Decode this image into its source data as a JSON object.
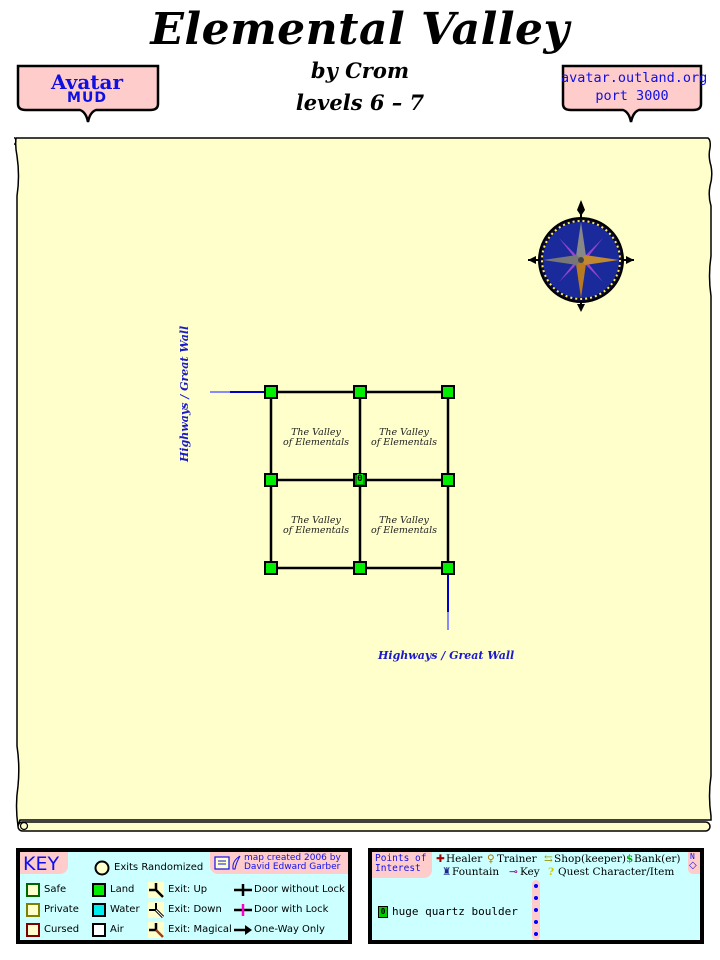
{
  "header": {
    "title": "Elemental Valley",
    "byline": "by Crom",
    "levels": "levels 6 – 7"
  },
  "banners": {
    "left": {
      "line1": "Avatar",
      "line2": "MUD"
    },
    "right": {
      "line1": "avatar.outland.org",
      "line2": "port 3000"
    }
  },
  "map": {
    "background_color": "#ffffcc",
    "compass": "compass-rose",
    "areas": [
      {
        "label1": "The Valley",
        "label2": "of Elementals"
      },
      {
        "label1": "The Valley",
        "label2": "of Elementals"
      },
      {
        "label1": "The Valley",
        "label2": "of Elementals"
      },
      {
        "label1": "The Valley",
        "label2": "of Elementals"
      }
    ],
    "exits": [
      {
        "label": "Highways / Great Wall",
        "direction": "west"
      },
      {
        "label": "Highways / Great Wall",
        "direction": "south"
      }
    ],
    "rooms": [
      {
        "row": 0,
        "col": 0,
        "type": "land"
      },
      {
        "row": 0,
        "col": 1,
        "type": "land"
      },
      {
        "row": 0,
        "col": 2,
        "type": "land"
      },
      {
        "row": 1,
        "col": 0,
        "type": "land"
      },
      {
        "row": 1,
        "col": 1,
        "type": "land",
        "poi": "0"
      },
      {
        "row": 1,
        "col": 2,
        "type": "land"
      },
      {
        "row": 2,
        "col": 0,
        "type": "land"
      },
      {
        "row": 2,
        "col": 1,
        "type": "land"
      },
      {
        "row": 2,
        "col": 2,
        "type": "land"
      }
    ]
  },
  "key": {
    "title": "KEY",
    "exits_randomized": "Exits Randomized",
    "credit_line1": "map created 2006 by",
    "credit_line2": "David Edward Garber",
    "zones": [
      {
        "label": "Safe",
        "color": "#006600"
      },
      {
        "label": "Private",
        "color": "#808000"
      },
      {
        "label": "Cursed",
        "color": "#800000"
      }
    ],
    "terrain": [
      {
        "label": "Land",
        "color": "#00ee00"
      },
      {
        "label": "Water",
        "color": "#00eeee"
      },
      {
        "label": "Air",
        "color": "#ffffff"
      }
    ],
    "exits": [
      {
        "label": "Exit: Up"
      },
      {
        "label": "Exit: Down"
      },
      {
        "label": "Exit: Magical"
      }
    ],
    "doors": [
      {
        "label": "Door without Lock"
      },
      {
        "label": "Door with Lock"
      },
      {
        "label": "One-Way Only"
      }
    ]
  },
  "poi": {
    "title_line1": "Points of",
    "title_line2": "Interest",
    "legend": {
      "healer": "Healer",
      "trainer": "Trainer",
      "shop": "Shop(keeper)",
      "bank": "Bank(er)",
      "fountain": "Fountain",
      "key": "Key",
      "quest": "Quest Character/Item"
    },
    "entries": [
      {
        "marker": "0",
        "label": "huge quartz boulder"
      }
    ],
    "north": "N"
  }
}
